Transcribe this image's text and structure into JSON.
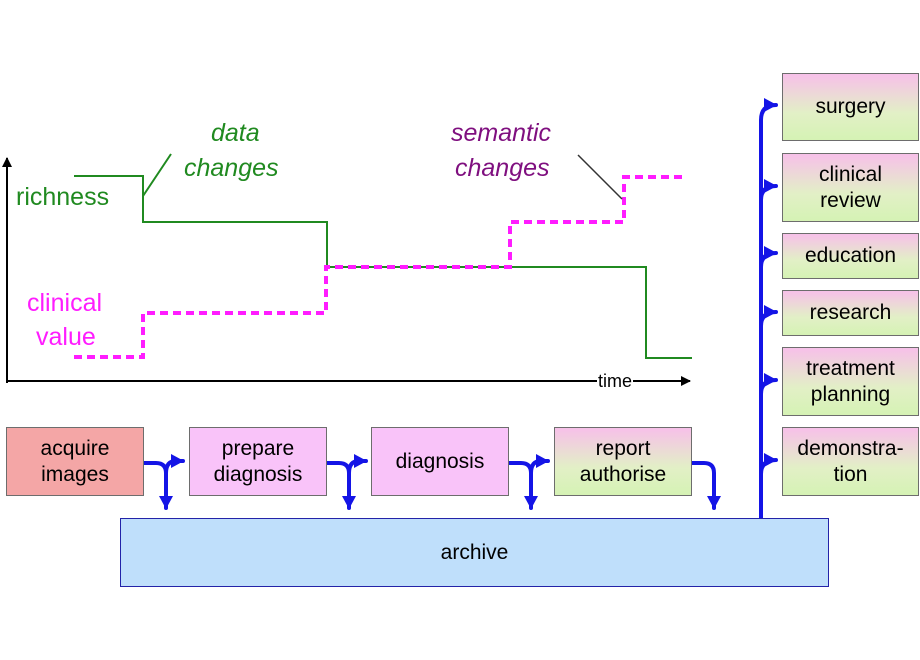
{
  "colors": {
    "richness_line": "#208a20",
    "clinical_value_line": "#ff1cff",
    "semantic_label": "#7f0f7f",
    "flow_arrows": "#1414e6",
    "axis": "#000000",
    "box_pink": "#f9c3f9",
    "box_red": "#f4a6a6",
    "box_gradient_top": "#f7c0e9",
    "box_gradient_bottom": "#d5f2b4",
    "archive_fill": "#bfdffb"
  },
  "graph": {
    "y_labels": {
      "richness": "richness",
      "clinical_line1": "clinical",
      "clinical_line2": "value"
    },
    "x_label": "time",
    "annotations": {
      "data_line1": "data",
      "data_line2": "changes",
      "semantic_line1": "semantic",
      "semantic_line2": "changes"
    }
  },
  "workflow": {
    "steps": [
      {
        "line1": "acquire",
        "line2": "images",
        "color": "red"
      },
      {
        "line1": "prepare",
        "line2": "diagnosis",
        "color": "pink"
      },
      {
        "line1": "diagnosis",
        "line2": "",
        "color": "pink"
      },
      {
        "line1": "report",
        "line2": "authorise",
        "color": "gradient"
      }
    ],
    "archive": "archive"
  },
  "uses": [
    {
      "line1": "surgery",
      "line2": ""
    },
    {
      "line1": "clinical",
      "line2": "review"
    },
    {
      "line1": "education",
      "line2": ""
    },
    {
      "line1": "research",
      "line2": ""
    },
    {
      "line1": "treatment",
      "line2": "planning"
    },
    {
      "line1": "demonstra-",
      "line2": "tion"
    }
  ]
}
